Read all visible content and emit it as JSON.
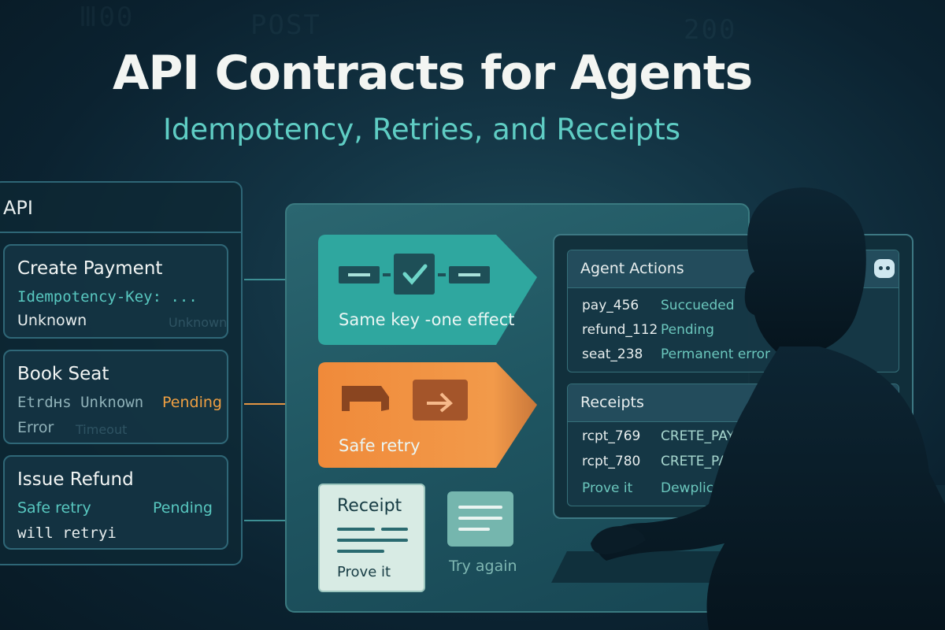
{
  "header": {
    "title": "API Contracts for Agents",
    "subtitle": "Idempotency, Retries, and Receipts"
  },
  "background": {
    "ghost_text": [
      "Ⅲ00",
      "POST",
      "200"
    ]
  },
  "api_panel": {
    "label": "API",
    "cards": [
      {
        "title": "Create Payment",
        "line1": "Idempotency-Key: ...",
        "line2": "Unknown",
        "ghost": "Unknown"
      },
      {
        "title": "Book Seat",
        "line1_left": "Etrdʜs Unknown",
        "line1_right": "Pending",
        "line2": "Error",
        "ghost": "Timeout"
      },
      {
        "title": "Issue Refund",
        "line1_left": "Safe retry",
        "line1_right": "Pending",
        "line2": "will retryi"
      }
    ]
  },
  "workspace": {
    "tag_same_key": "Same key -one effect",
    "tag_safe_retry": "Safe retry",
    "receipt_title": "Receipt",
    "receipt_footer": "Prove it",
    "try_again": "Try again",
    "colors": {
      "teal": "#2fa79f",
      "orange": "#f08a3a"
    }
  },
  "monitor": {
    "agent_actions": {
      "title": "Agent Actions",
      "rows": [
        {
          "key": "pay_456",
          "value": "Succueded"
        },
        {
          "key": "refund_112",
          "value": "Pending"
        },
        {
          "key": "seat_238",
          "value": "Permanent error"
        }
      ]
    },
    "receipts": {
      "title": "Receipts",
      "rows": [
        {
          "key": "rcpt_769",
          "value": "CRETE_PAY"
        },
        {
          "key": "rcpt_780",
          "value": "CRETE_PAY"
        },
        {
          "key": "Prove it",
          "value": "Dewplica"
        }
      ]
    }
  }
}
